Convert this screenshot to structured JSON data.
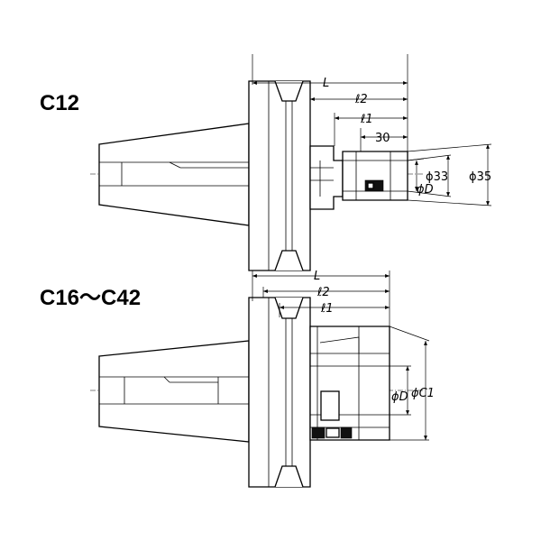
{
  "views": [
    {
      "title": "C12",
      "dims": {
        "L": "L",
        "l2": "ℓ2",
        "l1": "ℓ1",
        "thirty": "30",
        "phiD": "ϕD",
        "phi33": "ϕ33",
        "phi35": "ϕ35"
      }
    },
    {
      "title": "C16～C42",
      "dims": {
        "L": "L",
        "l2": "ℓ2",
        "l1": "ℓ1",
        "phiD": "ϕD",
        "phiC1": "ϕC1"
      }
    }
  ]
}
